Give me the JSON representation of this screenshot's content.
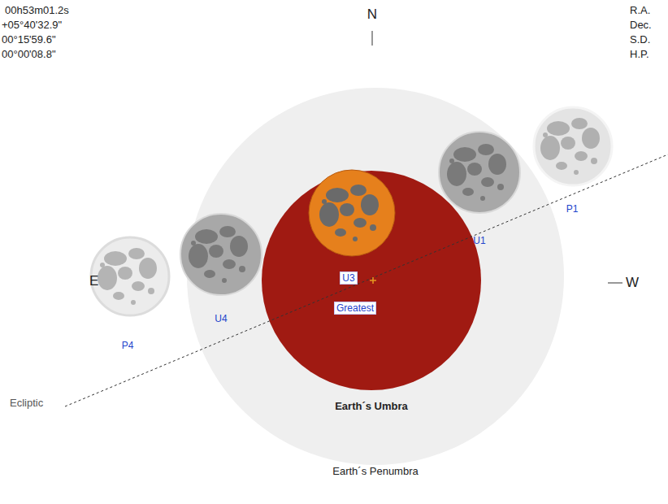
{
  "diagram": {
    "nodes": [
      {
        "text": [
          "Earth´s Penumbra"
        ]
      },
      {
        "text": [
          "Earth´s Umbra"
        ],
        "in": 0
      }
    ],
    "labels": [
      "00h53m01.2s",
      "+05°40'32.9\"",
      "00°15'59.6\"",
      "00°00'08.8\"",
      "R.A.",
      "Dec.",
      "S.D.",
      "H.P.",
      "N",
      "E",
      "W",
      "Ecliptic",
      "P1",
      "U1",
      "U3",
      "Greatest",
      "U4",
      "P4"
    ]
  }
}
